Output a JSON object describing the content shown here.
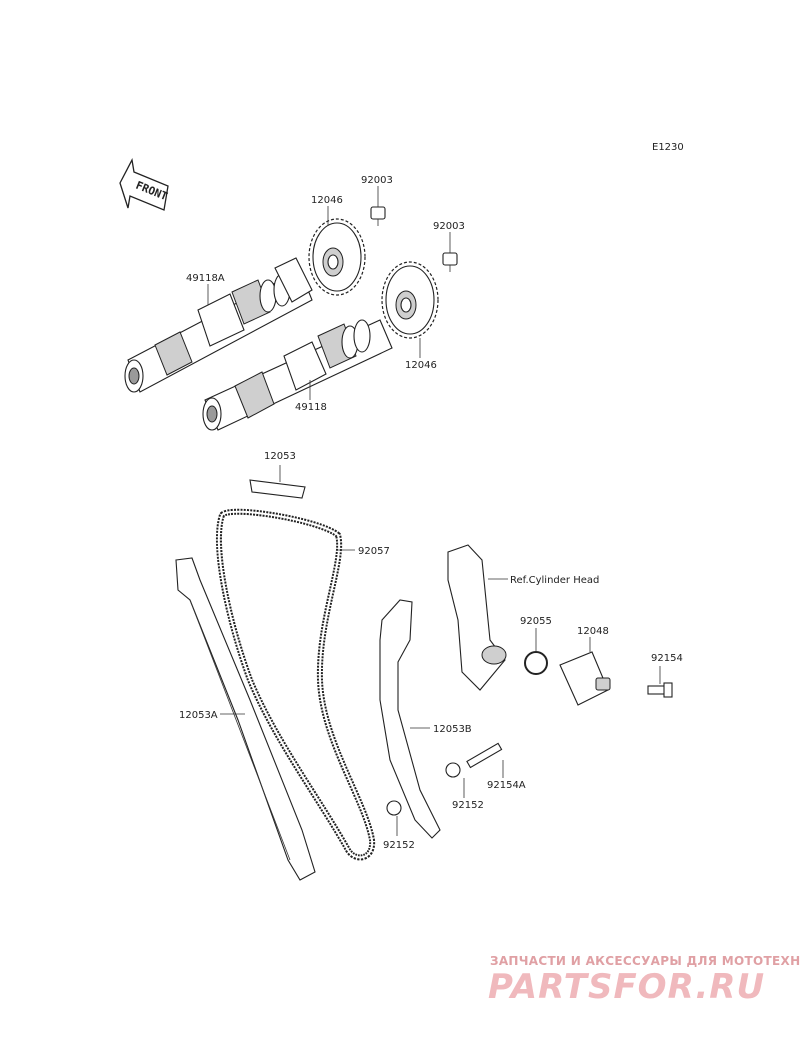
{
  "diagram_code": "E1230",
  "front_label": "FRONT",
  "parts": {
    "p92003_a": "92003",
    "p12046_a": "12046",
    "p92003_b": "92003",
    "p49118A": "49118A",
    "p12046_b": "12046",
    "p49118": "49118",
    "p12053": "12053",
    "p92057": "92057",
    "ref_cylinder_head": "Ref.Cylinder Head",
    "p92055": "92055",
    "p12048": "12048",
    "p92154": "92154",
    "p12053A": "12053A",
    "p12053B": "12053B",
    "p92154A": "92154A",
    "p92152_a": "92152",
    "p92152_b": "92152"
  },
  "watermark": {
    "tagline": "ЗАПЧАСТИ И АКСЕССУАРЫ ДЛЯ МОТОТЕХНИКИ",
    "brand": "PARTSFOR.RU"
  },
  "colors": {
    "line": "#222222",
    "watermark": "#f0b9bd"
  }
}
